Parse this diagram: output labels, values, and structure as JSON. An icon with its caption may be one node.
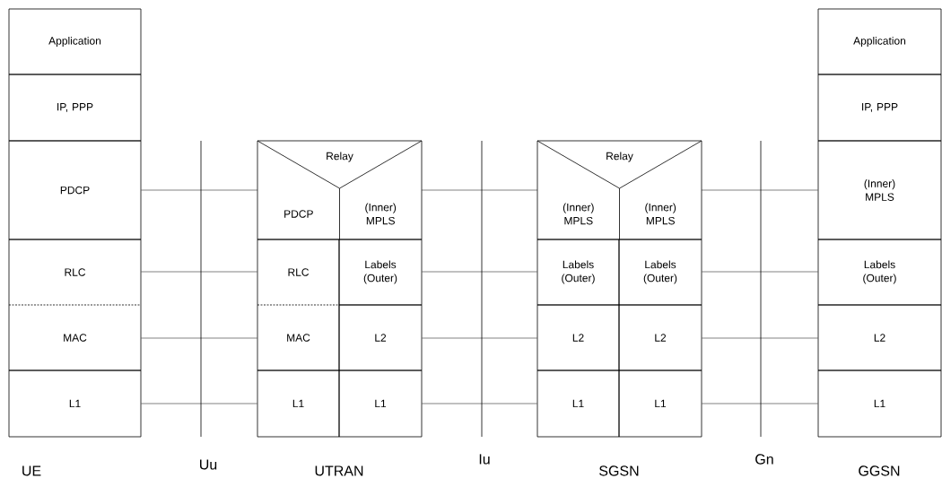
{
  "diagram": {
    "nodes": [
      {
        "text": [
          "Application"
        ]
      },
      {
        "text": [
          "IP, PPP"
        ]
      },
      {
        "text": [
          "PDCP"
        ]
      },
      {
        "text": [
          "RLC"
        ]
      },
      {
        "text": [
          "MAC"
        ]
      },
      {
        "text": [
          "L1"
        ]
      },
      {
        "text": [
          "Relay"
        ]
      },
      {
        "text": [
          "PDCP"
        ],
        "in": 6
      },
      {
        "text": [
          "(Inner) MPLS"
        ],
        "in": 6
      },
      {
        "text": [
          "RLC"
        ]
      },
      {
        "text": [
          "Labels (Outer)"
        ]
      },
      {
        "text": [
          "MAC"
        ]
      },
      {
        "text": [
          "L2"
        ]
      },
      {
        "text": [
          "L1"
        ]
      },
      {
        "text": [
          "L1"
        ]
      },
      {
        "text": [
          "Relay"
        ]
      },
      {
        "text": [
          "(Inner) MPLS"
        ],
        "in": 15
      },
      {
        "text": [
          "(Inner) MPLS"
        ],
        "in": 15
      },
      {
        "text": [
          "Labels (Outer)"
        ]
      },
      {
        "text": [
          "Labels (Outer)"
        ]
      },
      {
        "text": [
          "L2"
        ]
      },
      {
        "text": [
          "L2"
        ]
      },
      {
        "text": [
          "L1"
        ]
      },
      {
        "text": [
          "L1"
        ]
      },
      {
        "text": [
          "Application"
        ]
      },
      {
        "text": [
          "IP, PPP"
        ]
      },
      {
        "text": [
          "(Inner) MPLS"
        ]
      },
      {
        "text": [
          "Labels (Outer)"
        ]
      },
      {
        "text": [
          "L2"
        ]
      },
      {
        "text": [
          "L1"
        ]
      }
    ],
    "edges": [
      {
        "from": 2,
        "to": 7,
        "arrow": "none"
      },
      {
        "from": 8,
        "to": 16,
        "arrow": "none"
      },
      {
        "from": 17,
        "to": 26,
        "arrow": "none"
      },
      {
        "from": 3,
        "to": 9,
        "arrow": "none"
      },
      {
        "from": 10,
        "to": 18,
        "arrow": "none"
      },
      {
        "from": 19,
        "to": 27,
        "arrow": "none"
      },
      {
        "from": 4,
        "to": 11,
        "arrow": "none"
      },
      {
        "from": 12,
        "to": 20,
        "arrow": "none"
      },
      {
        "from": 21,
        "to": 28,
        "arrow": "none"
      },
      {
        "from": 5,
        "to": 13,
        "arrow": "none"
      },
      {
        "from": 14,
        "to": 22,
        "arrow": "none"
      },
      {
        "from": 23,
        "to": 29,
        "arrow": "none"
      }
    ],
    "labels": [
      "UE",
      "Uu",
      "UTRAN",
      "Iu",
      "SGSN",
      "Gn",
      "GGSN"
    ]
  }
}
